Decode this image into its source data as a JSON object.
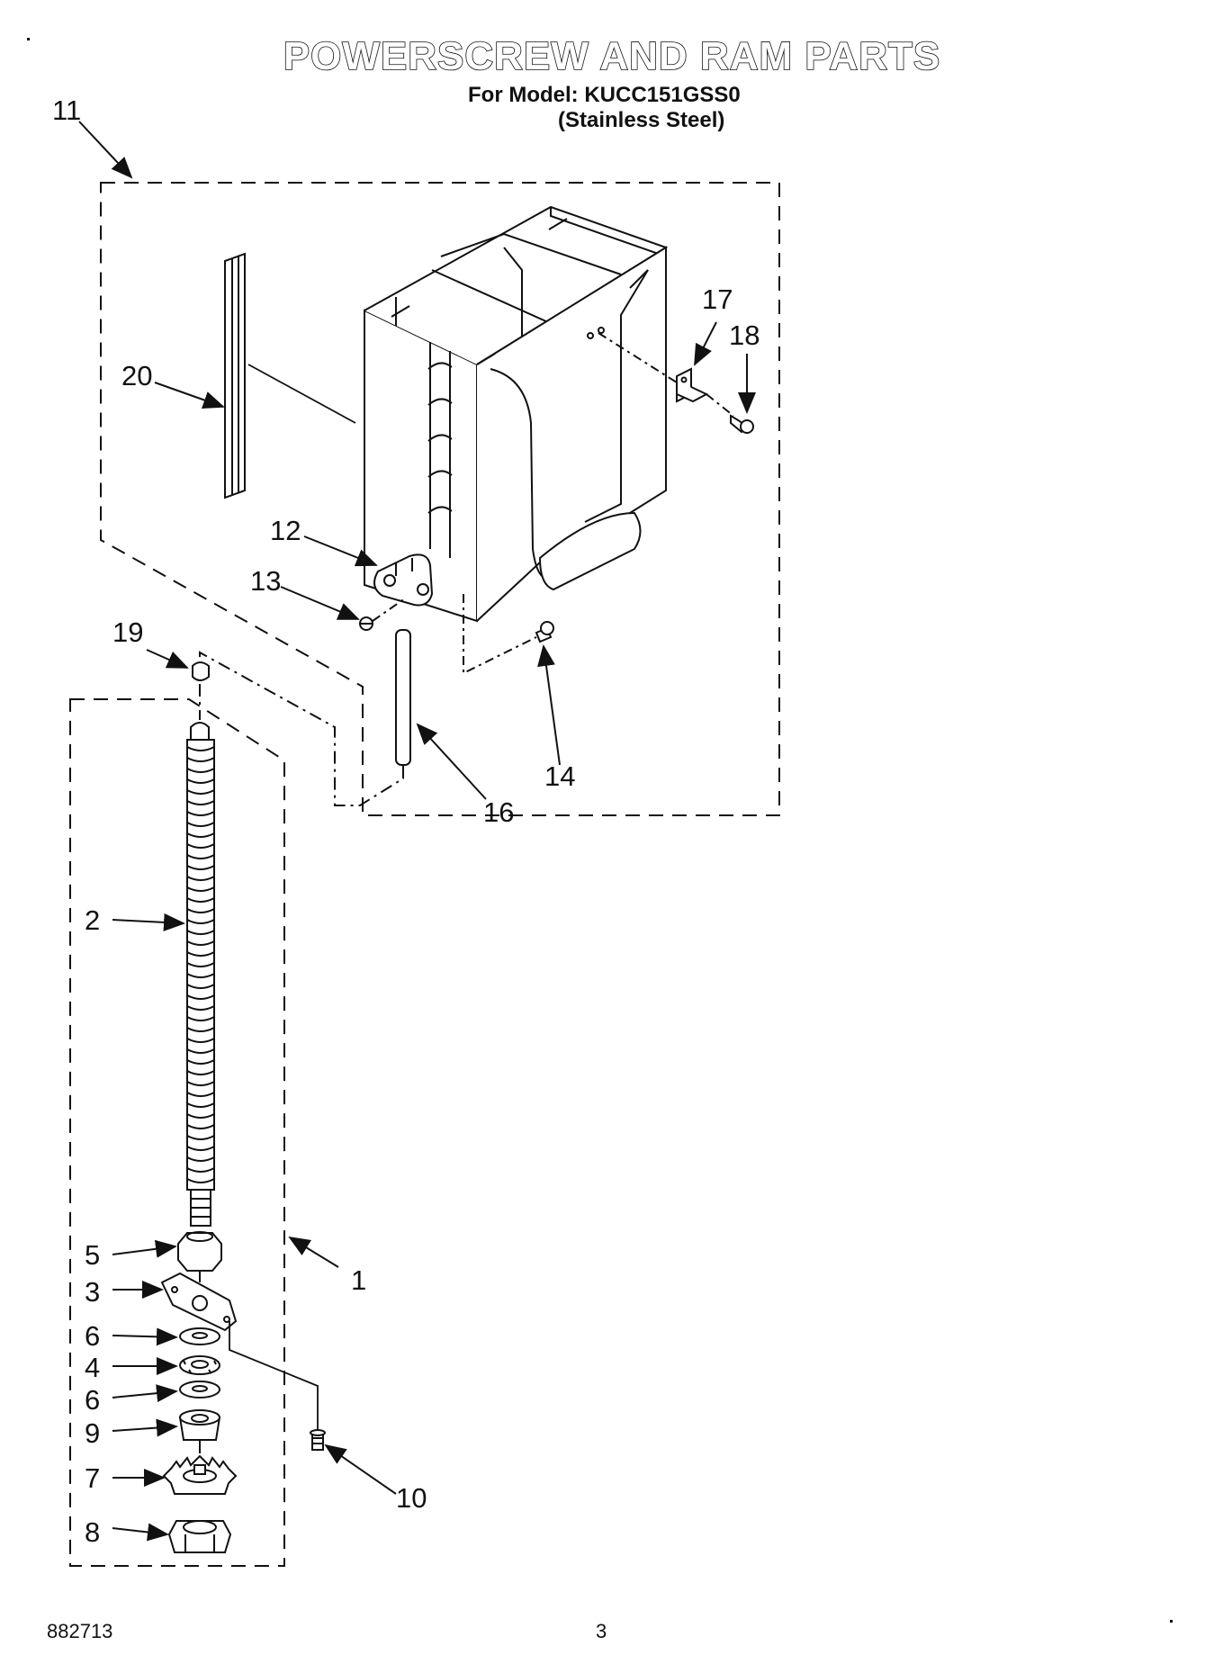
{
  "title": "POWERSCREW AND RAM PARTS",
  "model_line": "For Model: KUCC151GSS0",
  "variant_line": "(Stainless Steel)",
  "callouts": {
    "c1": "1",
    "c2": "2",
    "c3": "3",
    "c4": "4",
    "c5": "5",
    "c6a": "6",
    "c6b": "6",
    "c7": "7",
    "c8": "8",
    "c9": "9",
    "c10": "10",
    "c11": "11",
    "c12": "12",
    "c13": "13",
    "c14": "14",
    "c16": "16",
    "c17": "17",
    "c18": "18",
    "c19": "19",
    "c20": "20"
  },
  "footer": {
    "doc_number": "882713",
    "page_number": "3"
  }
}
